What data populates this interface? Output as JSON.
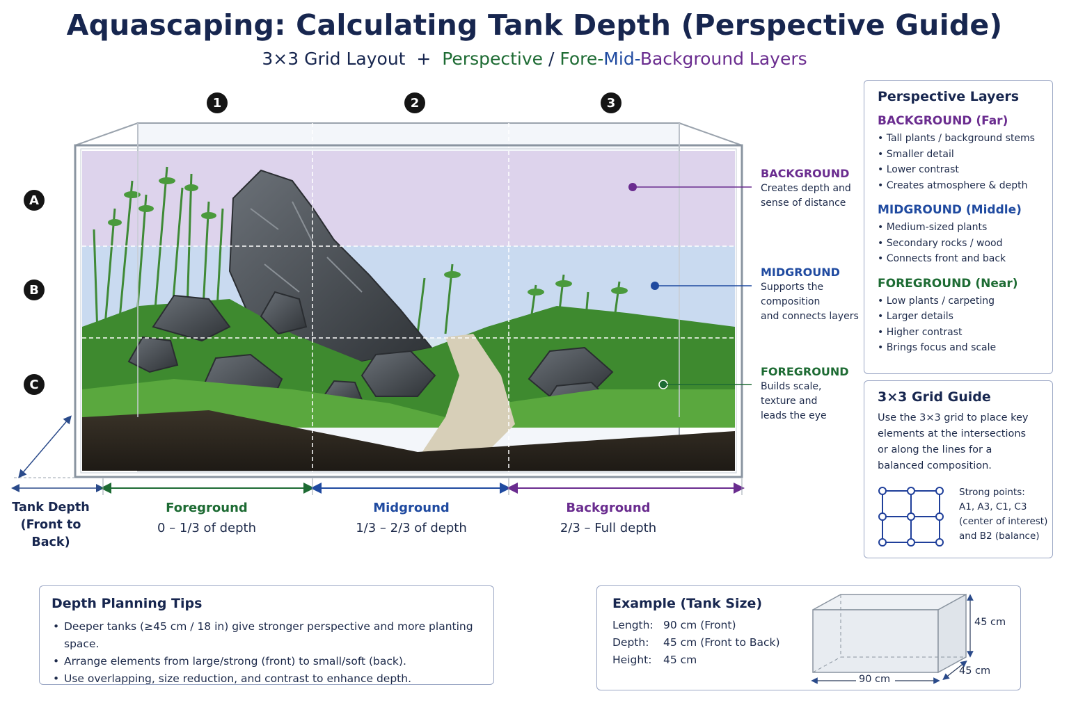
{
  "title": "Aquascaping: Calculating Tank Depth (Perspective Guide)",
  "subtitle": {
    "part1": "3×3 Grid Layout",
    "plus": "+",
    "part2": "Perspective",
    "slash": "/",
    "fore": "Fore-",
    "mid": "Mid-",
    "back": "Background Layers"
  },
  "columns": [
    "1",
    "2",
    "3"
  ],
  "rows": [
    "A",
    "B",
    "C"
  ],
  "callouts": {
    "background": {
      "heading": "BACKGROUND",
      "lines": [
        "Creates depth and",
        "sense of distance"
      ]
    },
    "midground": {
      "heading": "MIDGROUND",
      "lines": [
        "Supports the",
        "composition",
        "and connects layers"
      ]
    },
    "foreground": {
      "heading": "FOREGROUND",
      "lines": [
        "Builds scale,",
        "texture and",
        "leads the eye"
      ]
    }
  },
  "depth_labels": {
    "tank_depth": [
      "Tank Depth",
      "(Front to Back)"
    ],
    "foreground": {
      "name": "Foreground",
      "range": "0 – 1/3 of depth"
    },
    "midground": {
      "name": "Midground",
      "range": "1/3 – 2/3 of depth"
    },
    "background": {
      "name": "Background",
      "range": "2/3 – Full depth"
    }
  },
  "perspective_panel": {
    "title": "Perspective Layers",
    "background": {
      "heading": "BACKGROUND (Far)",
      "items": [
        "Tall plants / background stems",
        "Smaller detail",
        "Lower contrast",
        "Creates atmosphere & depth"
      ]
    },
    "midground": {
      "heading": "MIDGROUND (Middle)",
      "items": [
        "Medium-sized plants",
        "Secondary rocks / wood",
        "Connects front and back"
      ]
    },
    "foreground": {
      "heading": "FOREGROUND (Near)",
      "items": [
        "Low plants / carpeting",
        "Larger details",
        "Higher contrast",
        "Brings focus and scale"
      ]
    }
  },
  "grid_panel": {
    "title": "3×3 Grid Guide",
    "desc": [
      "Use the 3×3 grid to place key",
      "elements at the intersections",
      "or along the lines for a",
      "balanced composition."
    ],
    "strong_points": [
      "Strong points:",
      "A1, A3, C1, C3",
      "(center of interest)",
      "and B2 (balance)"
    ]
  },
  "tips": {
    "title": "Depth Planning Tips",
    "items": [
      "Deeper tanks (≥45 cm / 18 in) give stronger perspective and more planting space.",
      "Arrange elements from large/strong (front) to small/soft (back).",
      "Use overlapping, size reduction, and contrast to enhance depth."
    ]
  },
  "example": {
    "title": "Example (Tank Size)",
    "rows": [
      {
        "k": "Length:",
        "v": "90 cm (Front)"
      },
      {
        "k": "Depth:",
        "v": "45 cm (Front to Back)"
      },
      {
        "k": "Height:",
        "v": "45 cm"
      }
    ],
    "dims": {
      "length": "90 cm",
      "height": "45 cm",
      "depth": "45 cm"
    }
  },
  "colors": {
    "navy": "#17264f",
    "background": "#6a2c8f",
    "midground": "#1f4aa0",
    "foreground": "#1d6b33",
    "bg_band": "#ddd3ec",
    "mid_band": "#c9daf0"
  }
}
